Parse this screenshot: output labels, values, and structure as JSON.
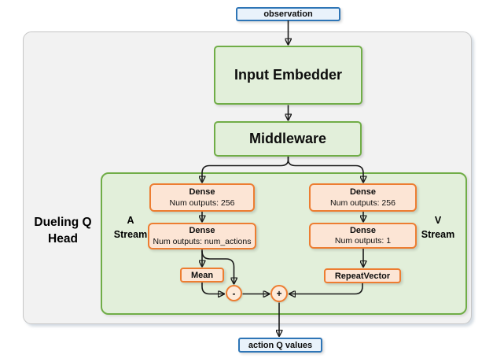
{
  "diagram": {
    "io": {
      "input": {
        "label": "observation"
      },
      "output": {
        "label": "action Q values"
      }
    },
    "blocks": {
      "input_embedder": {
        "label": "Input Embedder"
      },
      "middleware": {
        "label": "Middleware"
      }
    },
    "head": {
      "title_line1": "Dueling Q",
      "title_line2": "Head",
      "a_stream": {
        "label_line1": "A",
        "label_line2": "Stream",
        "dense1": {
          "title": "Dense",
          "subtitle": "Num outputs: 256"
        },
        "dense2": {
          "title": "Dense",
          "subtitle": "Num outputs: num_actions"
        },
        "mean": {
          "label": "Mean"
        },
        "subtract_op": {
          "label": "-"
        }
      },
      "v_stream": {
        "label_line1": "V",
        "label_line2": "Stream",
        "dense1": {
          "title": "Dense",
          "subtitle": "Num outputs: 256"
        },
        "dense2": {
          "title": "Dense",
          "subtitle": "Num outputs: 1"
        },
        "repeat_vector": {
          "label": "RepeatVector"
        },
        "add_op": {
          "label": "+"
        }
      }
    },
    "colors": {
      "blue_border": "#2e75b6",
      "blue_fill": "#e9f2fb",
      "green_border": "#70ad47",
      "green_fill": "#e2efda",
      "orange_border": "#ed7d31",
      "orange_fill": "#fce5d5",
      "panel_fill": "#f2f2f2",
      "panel_border": "#c6c6c6",
      "connector": "#1a1a1a"
    }
  }
}
